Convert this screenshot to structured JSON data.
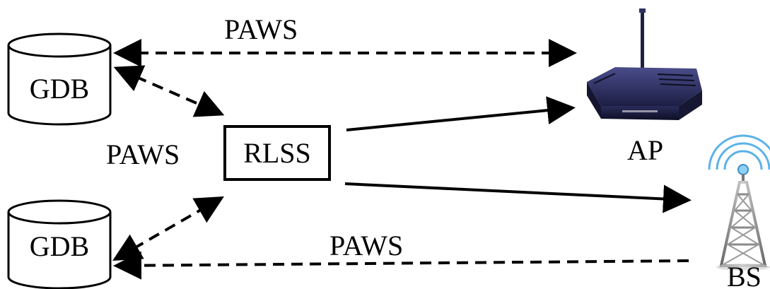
{
  "diagram": {
    "protocol_label_top": "PAWS",
    "protocol_label_left": "PAWS",
    "protocol_label_bottom": "PAWS",
    "db_top_label": "GDB",
    "db_bottom_label": "GDB",
    "rlss_label": "RLSS",
    "ap_label": "AP",
    "bs_label": "BS",
    "ap_icon": "wireless-router-icon",
    "bs_icon": "cell-tower-icon"
  }
}
